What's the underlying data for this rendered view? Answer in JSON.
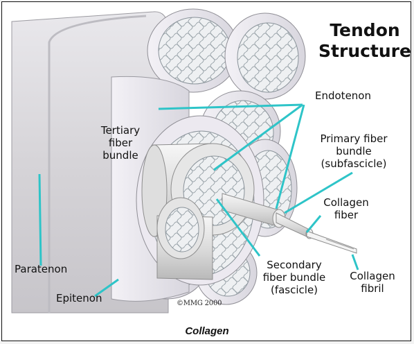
{
  "figure": {
    "title": "Tendon Structure",
    "labels": {
      "endotenon": "Endotenon",
      "tertiary": "Tertiary fiber bundle",
      "primary": "Primary fiber bundle (subfascicle)",
      "collagen_fiber": "Collagen fiber",
      "paratenon": "Paratenon",
      "secondary": "Secondary fiber bundle (fascicle)",
      "collagen_fibril": "Collagen fibril",
      "epitenon": "Epitenon"
    },
    "copyright": "©MMG 2000",
    "leader_color": "#2ec4c8"
  },
  "caption": "Collagen"
}
